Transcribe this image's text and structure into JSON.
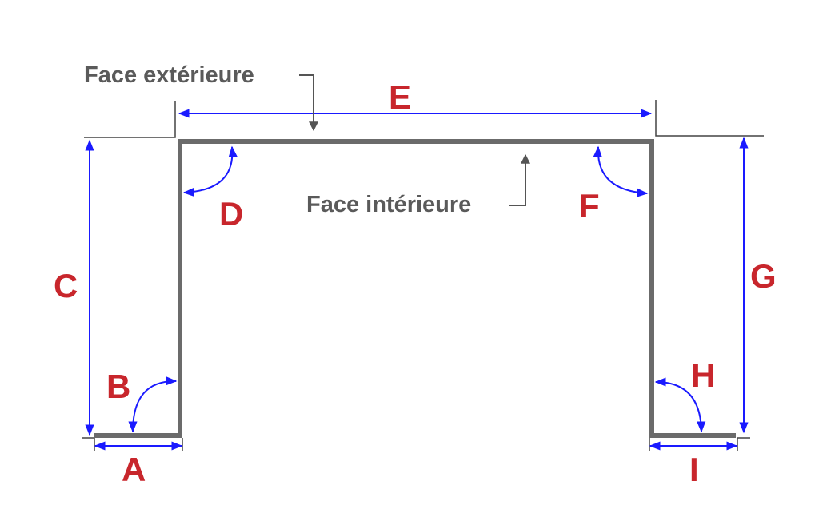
{
  "labels": {
    "outer_face": "Face extérieure",
    "inner_face": "Face intérieure",
    "A": "A",
    "B": "B",
    "C": "C",
    "D": "D",
    "E": "E",
    "F": "F",
    "G": "G",
    "H": "H",
    "I": "I"
  },
  "colors": {
    "profile": "#6b6b6b",
    "dimension": "#1a1aff",
    "label": "#c8262c",
    "annotation": "#5a5a5a"
  }
}
